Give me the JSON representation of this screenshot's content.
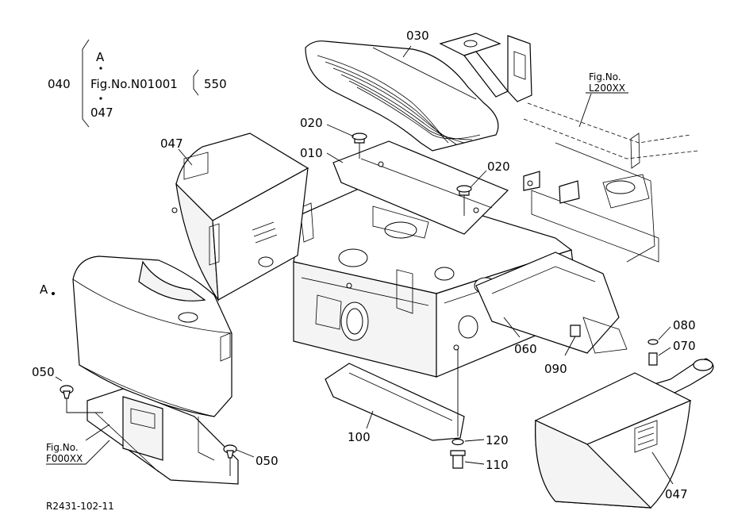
{
  "legend": {
    "ref_code": "040",
    "point_a": "A",
    "fig_ref": "Fig.No.N01001",
    "range_end": "047",
    "range_code": "550"
  },
  "callouts": {
    "p030": "030",
    "p020_left": "020",
    "p010": "010",
    "p020_right": "020",
    "p047_top": "047",
    "point_a": "A",
    "p050_left": "050",
    "p050_right": "050",
    "p060": "060",
    "p090": "090",
    "p080": "080",
    "p070": "070",
    "p100": "100",
    "p120": "120",
    "p110": "110",
    "p047_bottom": "047"
  },
  "cross_refs": {
    "fig_label_right": "Fig.No.",
    "fig_code_right": "L200XX",
    "fig_label_left": "Fig.No.",
    "fig_code_left": "F000XX"
  },
  "drawing_id": "R2431-102-11"
}
